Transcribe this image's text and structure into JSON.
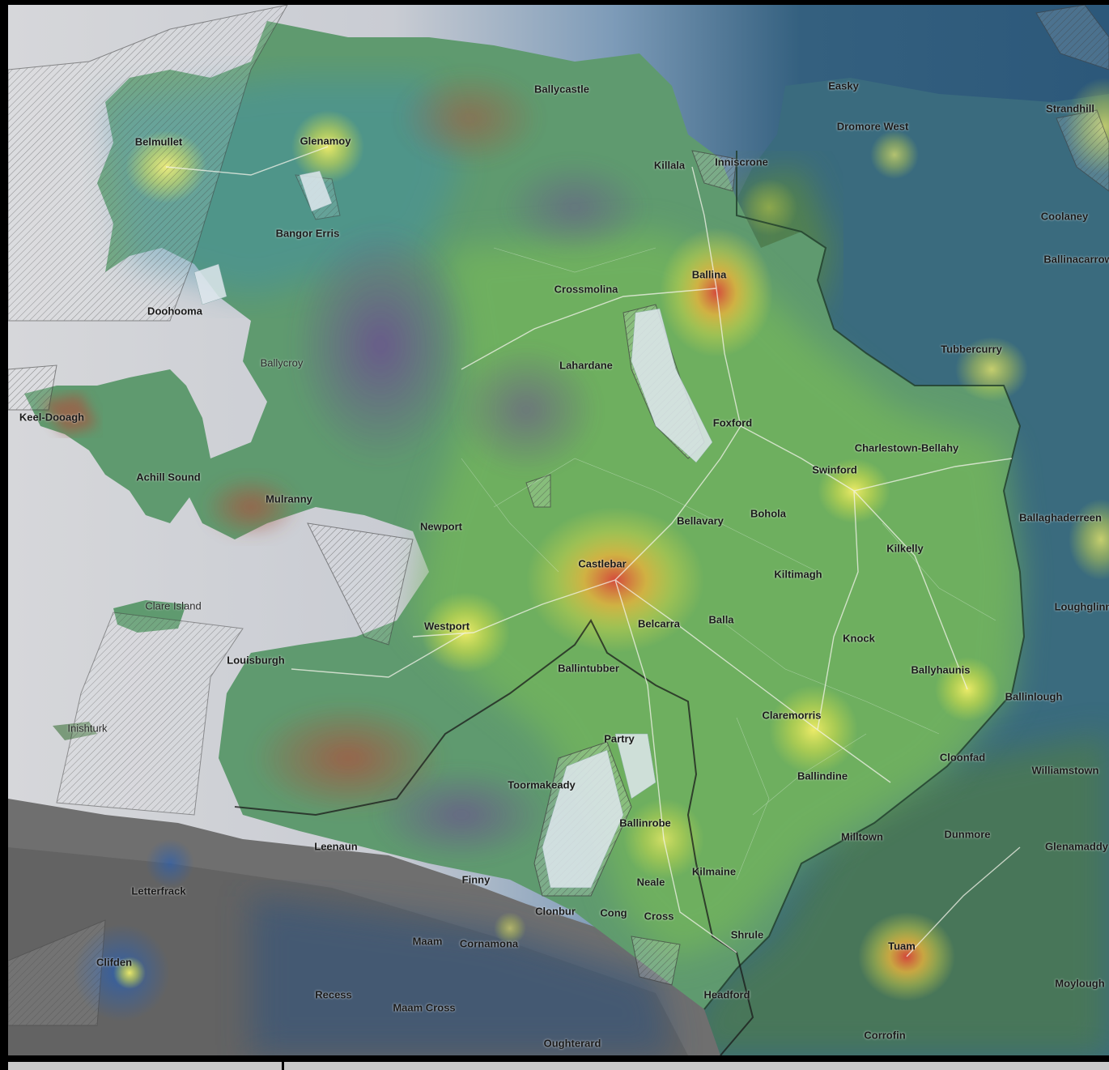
{
  "map": {
    "colors": {
      "sea_left": "#d9dadd",
      "sea_right": "#2f5b7d",
      "land_heat_low": "#3d7fa8",
      "land_heat_mid": "#7cc153",
      "land_heat_high": "#e3dd44",
      "hotspot": "#d9443a",
      "upland": "#6b5a8c",
      "outside_land": "#8a8a8a"
    },
    "places": [
      {
        "name": "Belmullet",
        "major": true
      },
      {
        "name": "Glenamoy",
        "major": true
      },
      {
        "name": "Ballycastle",
        "major": true
      },
      {
        "name": "Easky",
        "major": true
      },
      {
        "name": "Dromore West",
        "major": true
      },
      {
        "name": "Strandhill",
        "major": true
      },
      {
        "name": "Killala",
        "major": true
      },
      {
        "name": "Inniscrone",
        "major": true
      },
      {
        "name": "Coolaney",
        "major": true
      },
      {
        "name": "Ballinacarrow",
        "major": true
      },
      {
        "name": "Bangor Erris",
        "major": true
      },
      {
        "name": "Crossmolina",
        "major": true
      },
      {
        "name": "Ballina",
        "major": true
      },
      {
        "name": "Doohooma",
        "major": true
      },
      {
        "name": "Ballycroy",
        "major": false
      },
      {
        "name": "Lahardane",
        "major": true
      },
      {
        "name": "Tubbercurry",
        "major": true
      },
      {
        "name": "Keel-Dooagh",
        "major": true
      },
      {
        "name": "Foxford",
        "major": true
      },
      {
        "name": "Charlestown-Bellahy",
        "major": true
      },
      {
        "name": "Achill Sound",
        "major": true
      },
      {
        "name": "Swinford",
        "major": true
      },
      {
        "name": "Mulranny",
        "major": true
      },
      {
        "name": "Newport",
        "major": true
      },
      {
        "name": "Bellavary",
        "major": true
      },
      {
        "name": "Bohola",
        "major": true
      },
      {
        "name": "Ballaghaderreen",
        "major": true
      },
      {
        "name": "Castlebar",
        "major": true
      },
      {
        "name": "Kilkelly",
        "major": true
      },
      {
        "name": "Kiltimagh",
        "major": true
      },
      {
        "name": "Clare Island",
        "major": false
      },
      {
        "name": "Loughglinn",
        "major": true
      },
      {
        "name": "Westport",
        "major": true
      },
      {
        "name": "Belcarra",
        "major": true
      },
      {
        "name": "Balla",
        "major": true
      },
      {
        "name": "Knock",
        "major": true
      },
      {
        "name": "Louisburgh",
        "major": true
      },
      {
        "name": "Ballintubber",
        "major": true
      },
      {
        "name": "Ballyhaunis",
        "major": true
      },
      {
        "name": "Ballinlough",
        "major": true
      },
      {
        "name": "Claremorris",
        "major": true
      },
      {
        "name": "Inishturk",
        "major": false
      },
      {
        "name": "Partry",
        "major": true
      },
      {
        "name": "Cloonfad",
        "major": true
      },
      {
        "name": "Williamstown",
        "major": true
      },
      {
        "name": "Ballindine",
        "major": true
      },
      {
        "name": "Toormakeady",
        "major": true
      },
      {
        "name": "Ballinrobe",
        "major": true
      },
      {
        "name": "Milltown",
        "major": true
      },
      {
        "name": "Dunmore",
        "major": true
      },
      {
        "name": "Glenamaddy",
        "major": true
      },
      {
        "name": "Leenaun",
        "major": true
      },
      {
        "name": "Kilmaine",
        "major": true
      },
      {
        "name": "Neale",
        "major": true
      },
      {
        "name": "Finny",
        "major": true
      },
      {
        "name": "Letterfrack",
        "major": true
      },
      {
        "name": "Clonbur",
        "major": true
      },
      {
        "name": "Cong",
        "major": true
      },
      {
        "name": "Cross",
        "major": true
      },
      {
        "name": "Shrule",
        "major": true
      },
      {
        "name": "Maam",
        "major": true
      },
      {
        "name": "Cornamona",
        "major": true
      },
      {
        "name": "Tuam",
        "major": true
      },
      {
        "name": "Clifden",
        "major": true
      },
      {
        "name": "Moylough",
        "major": true
      },
      {
        "name": "Recess",
        "major": true
      },
      {
        "name": "Maam Cross",
        "major": true
      },
      {
        "name": "Headford",
        "major": true
      },
      {
        "name": "Corrofin",
        "major": true
      },
      {
        "name": "Oughterard",
        "major": true
      }
    ]
  }
}
